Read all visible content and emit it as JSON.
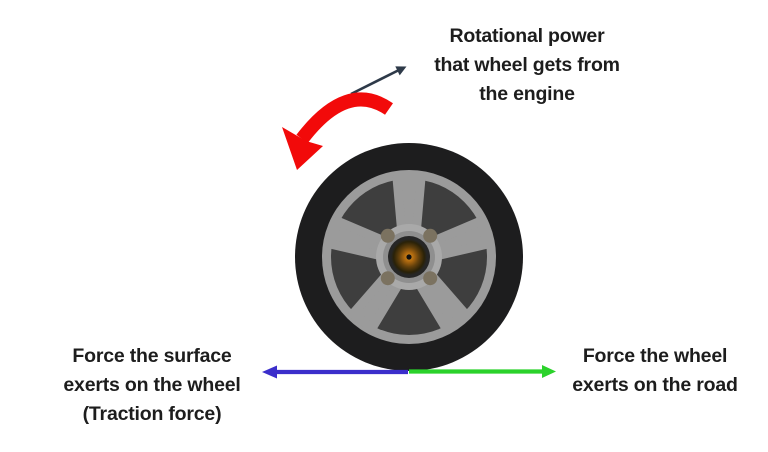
{
  "labels": {
    "rotational_power": "Rotational power\nthat wheel gets from\nthe engine",
    "traction_force": "Force the surface\nexerts on the wheel\n(Traction force)",
    "reaction_force": "Force the wheel\nexerts on the road"
  },
  "colors": {
    "rotation_arrow_red": "#f20a0a",
    "pointer_arrow_dark": "#2e3a49",
    "traction_arrow_blue": "#3b2ecb",
    "reaction_arrow_green": "#2bd22b",
    "text": "#1d1d1d",
    "tire_black": "#1d1d1e",
    "rim_gray": "#9b9b9b",
    "rim_pocket_gray": "#3e3e3e",
    "hub_gray": "#a9a9a9",
    "lug_nut_olive": "#7b7260",
    "hub_center_orange": "#b06a10"
  },
  "icons": {
    "wheel_illustration": "car-wheel-front-view",
    "rotation_arrow": "curved-counterclockwise-rotation-arrow",
    "pointer_arrow": "up-right-thin-arrow",
    "traction_arrow": "left-arrow",
    "reaction_arrow": "right-arrow"
  }
}
